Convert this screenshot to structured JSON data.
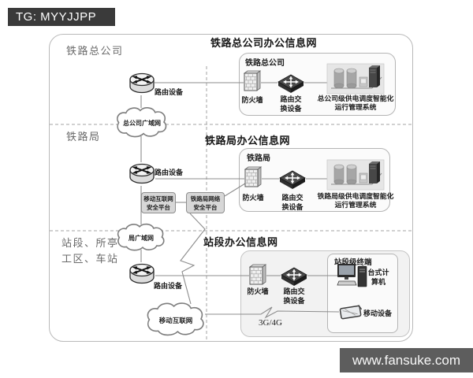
{
  "badge": {
    "text": "TG: MYYJJPP",
    "bg_color": "#3a3a3a"
  },
  "watermark": {
    "text": "www.fansuke.com",
    "bg_color": "#5d5d5d"
  },
  "diagram": {
    "levels": [
      {
        "side_label": "铁路总公司",
        "title": "铁路总公司办公信息网",
        "router_label": "路由设备",
        "wan_cloud": "总公司广域网",
        "box_label": "铁路总公司",
        "firewall_label": "防火墙",
        "switch_label": {
          "line1": "路由交",
          "line2": "换设备"
        },
        "system_label": {
          "line1": "总公司级供电调度智能化",
          "line2": "运行管理系统"
        }
      },
      {
        "side_label": "铁路局",
        "title": "铁路局办公信息网",
        "router_label": "路由设备",
        "box_label": "铁路局",
        "firewall_label": "防火墙",
        "switch_label": {
          "line1": "路由交",
          "line2": "换设备"
        },
        "system_label": {
          "line1": "铁路局级供电调度智能化",
          "line2": "运行管理系统"
        },
        "platforms": [
          {
            "line1": "移动互联网",
            "line2": "安全平台"
          },
          {
            "line1": "铁路局网络",
            "line2": "安全平台"
          }
        ],
        "lan_cloud": "局广域网"
      },
      {
        "side_label": {
          "line1": "站段、所亭",
          "line2": "工区、车站"
        },
        "title": "站段办公信息网",
        "router_label": "路由设备",
        "firewall_label": "防火墙",
        "switch_label": {
          "line1": "路由交",
          "line2": "换设备"
        },
        "terminal_box_label": "站段级终端",
        "desktop_label": {
          "line1": "台式计",
          "line2": "算机"
        },
        "mobile_label": "移动设备",
        "mobile_cloud": "移动互联网",
        "link_label": "3G/4G"
      }
    ]
  }
}
